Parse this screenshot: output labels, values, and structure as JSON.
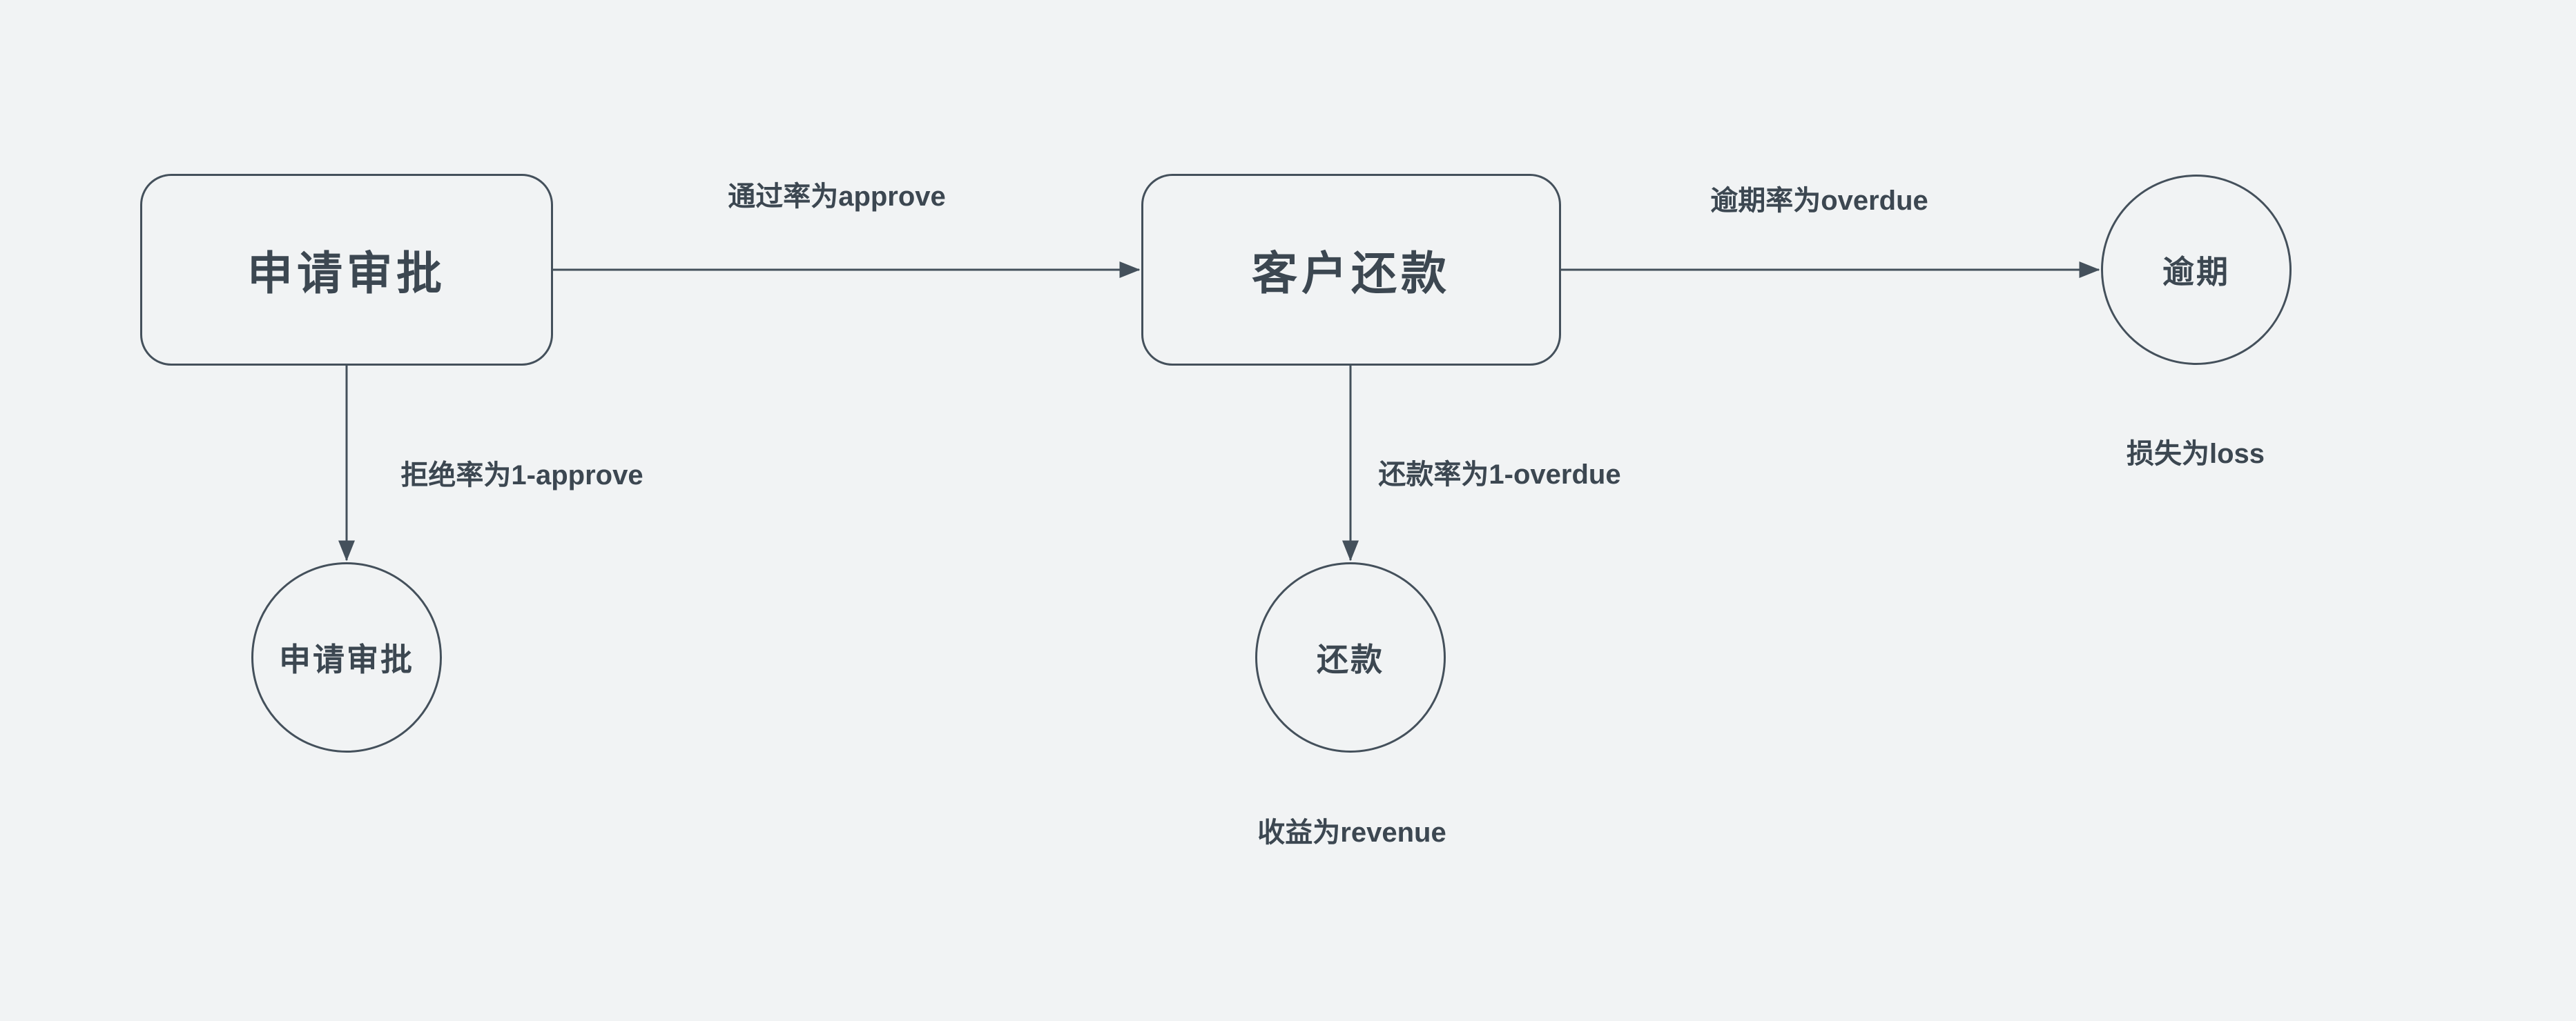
{
  "colors": {
    "bg": "#f1f3f4",
    "ink": "#3c4751",
    "stroke": "#44505b"
  },
  "nodes": {
    "apply_box": {
      "type": "rounded-rect",
      "label": "申请审批"
    },
    "repay_box": {
      "type": "rounded-rect",
      "label": "客户还款"
    },
    "overdue_circle": {
      "type": "circle",
      "label": "逾期"
    },
    "reject_circle": {
      "type": "circle",
      "label": "申请审批"
    },
    "repay_circle": {
      "type": "circle",
      "label": "还款"
    }
  },
  "edges": {
    "approve": {
      "from": "apply_box",
      "to": "repay_box",
      "label": "通过率为approve"
    },
    "overdue": {
      "from": "repay_box",
      "to": "overdue_circle",
      "label": "逾期率为overdue"
    },
    "reject": {
      "from": "apply_box",
      "to": "reject_circle",
      "label": "拒绝率为1-approve"
    },
    "repay": {
      "from": "repay_box",
      "to": "repay_circle",
      "label": "还款率为1-overdue"
    }
  },
  "annotations": {
    "loss": {
      "for": "overdue_circle",
      "text": "损失为loss"
    },
    "revenue": {
      "for": "repay_circle",
      "text": "收益为revenue"
    }
  }
}
